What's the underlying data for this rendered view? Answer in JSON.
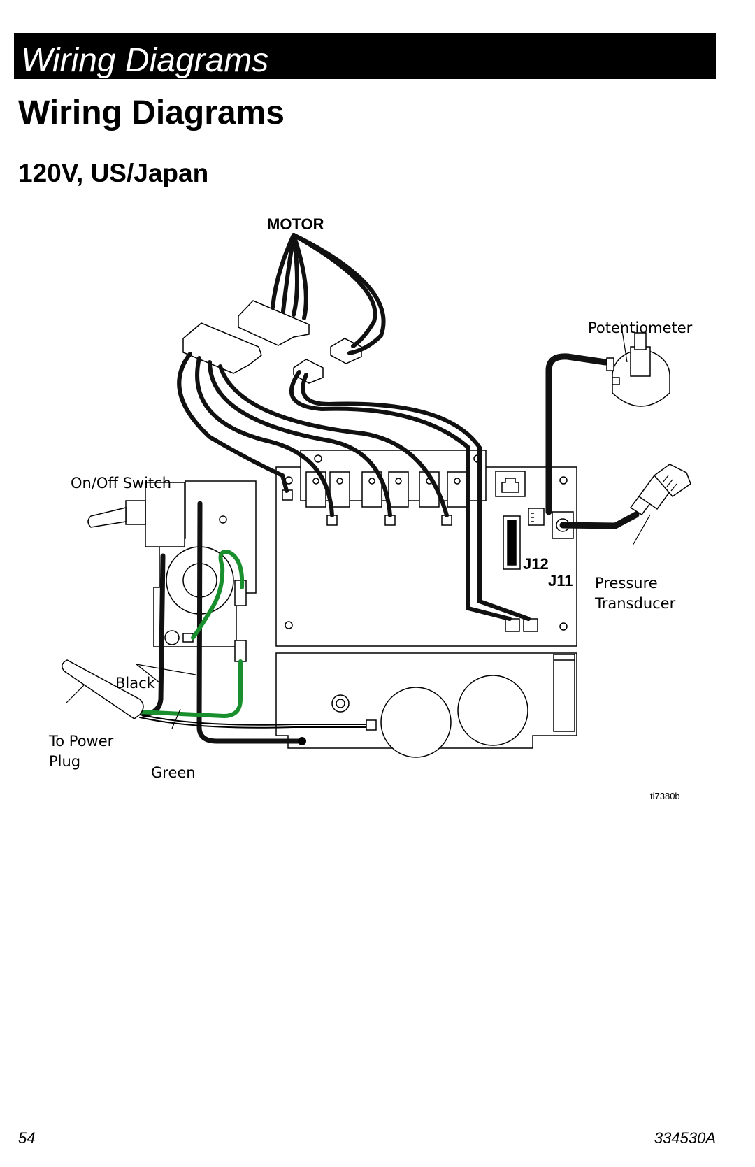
{
  "header": {
    "title": "Wiring Diagrams"
  },
  "page": {
    "title": "Wiring Diagrams",
    "subtitle": "120V, US/Japan"
  },
  "diagram": {
    "labels": {
      "motor": "MOTOR",
      "potentiometer": "Potentiometer",
      "on_off_switch": "On/Off Switch",
      "j12": "J12",
      "j11": "J11",
      "pressure_line1": "Pressure",
      "pressure_line2": "Transducer",
      "black": "Black",
      "power_line1": "To Power",
      "power_line2": "Plug",
      "green": "Green",
      "figure_id": "ti7380b"
    },
    "wire_colors": {
      "black": "#111111",
      "green": "#1a8f2e"
    }
  },
  "footer": {
    "page_number": "54",
    "doc_number": "334530A"
  }
}
